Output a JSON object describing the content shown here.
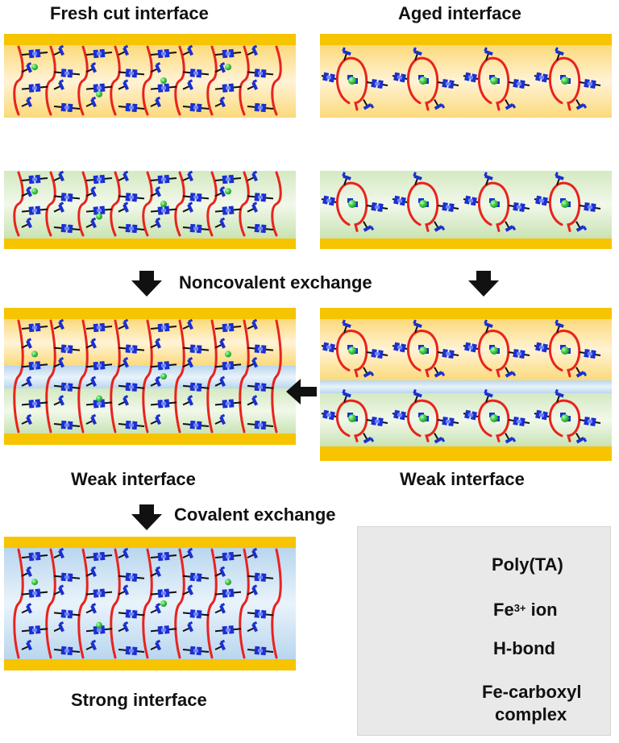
{
  "labels": {
    "fresh_cut": "Fresh cut interface",
    "aged": "Aged interface",
    "noncovalent": "Noncovalent exchange",
    "weak_left": "Weak interface",
    "weak_right": "Weak interface",
    "covalent": "Covalent exchange",
    "strong": "Strong interface"
  },
  "legend": {
    "polymer": "Poly(TA)",
    "ion_prefix": "Fe",
    "ion_sup": "3+",
    "ion_suffix": " ion",
    "hbond": "H-bond",
    "complex_line1": "Fe-carboxyl",
    "complex_line2": "complex"
  },
  "colors": {
    "substrate": "#f6c400",
    "fresh_layer": "#fde7b3",
    "green_layer": "#d8ecc6",
    "blue_layer": "#c6deef",
    "polymer": "#e8231e",
    "hbond": "#1a2fd0",
    "ion": "#2fc43a",
    "arrow": "#111111"
  },
  "icons": {
    "down_arrow": "down-arrow-icon",
    "left_arrow": "left-arrow-icon"
  }
}
